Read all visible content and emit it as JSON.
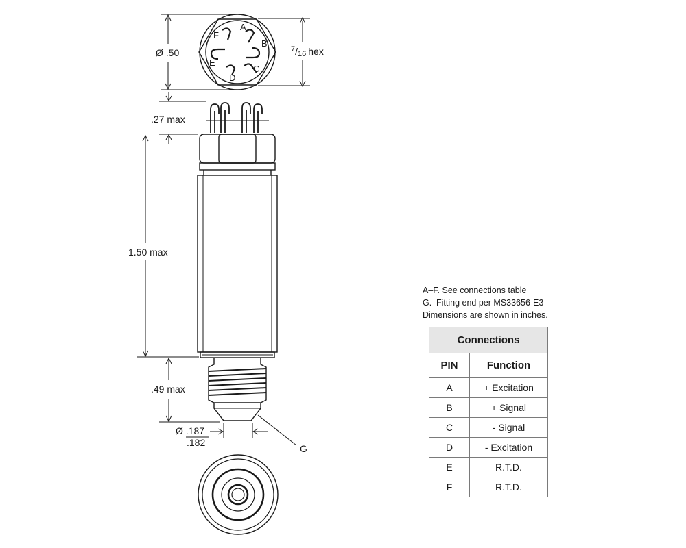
{
  "dimensions": {
    "diameter_top": "Ø .50",
    "hex_num": "7",
    "hex_den": "16",
    "hex_word": "hex",
    "pin_height": ".27 max",
    "body_length": "1.50 max",
    "fitting_length": ".49 max",
    "port_dia_upper": "Ø .187",
    "port_dia_lower": ".182",
    "fitting_label": "G"
  },
  "pins": {
    "a": "A",
    "b": "B",
    "c": "C",
    "d": "D",
    "e": "E",
    "f": "F"
  },
  "notes": {
    "line1": "A–F. See connections table",
    "line2_key": "G.",
    "line2_text": "Fitting end per MS33656-E3",
    "line3": "Dimensions are shown in inches."
  },
  "connections": {
    "title": "Connections",
    "col_pin": "PIN",
    "col_function": "Function",
    "rows": [
      {
        "pin": "A",
        "function": "+ Excitation"
      },
      {
        "pin": "B",
        "function": "+ Signal"
      },
      {
        "pin": "C",
        "function": "- Signal"
      },
      {
        "pin": "D",
        "function": "- Excitation"
      },
      {
        "pin": "E",
        "function": "R.T.D."
      },
      {
        "pin": "F",
        "function": "R.T.D."
      }
    ]
  },
  "colors": {
    "line": "#1a1a1a",
    "table_header_bg": "#e6e6e6",
    "table_border": "#7a7a7a"
  }
}
